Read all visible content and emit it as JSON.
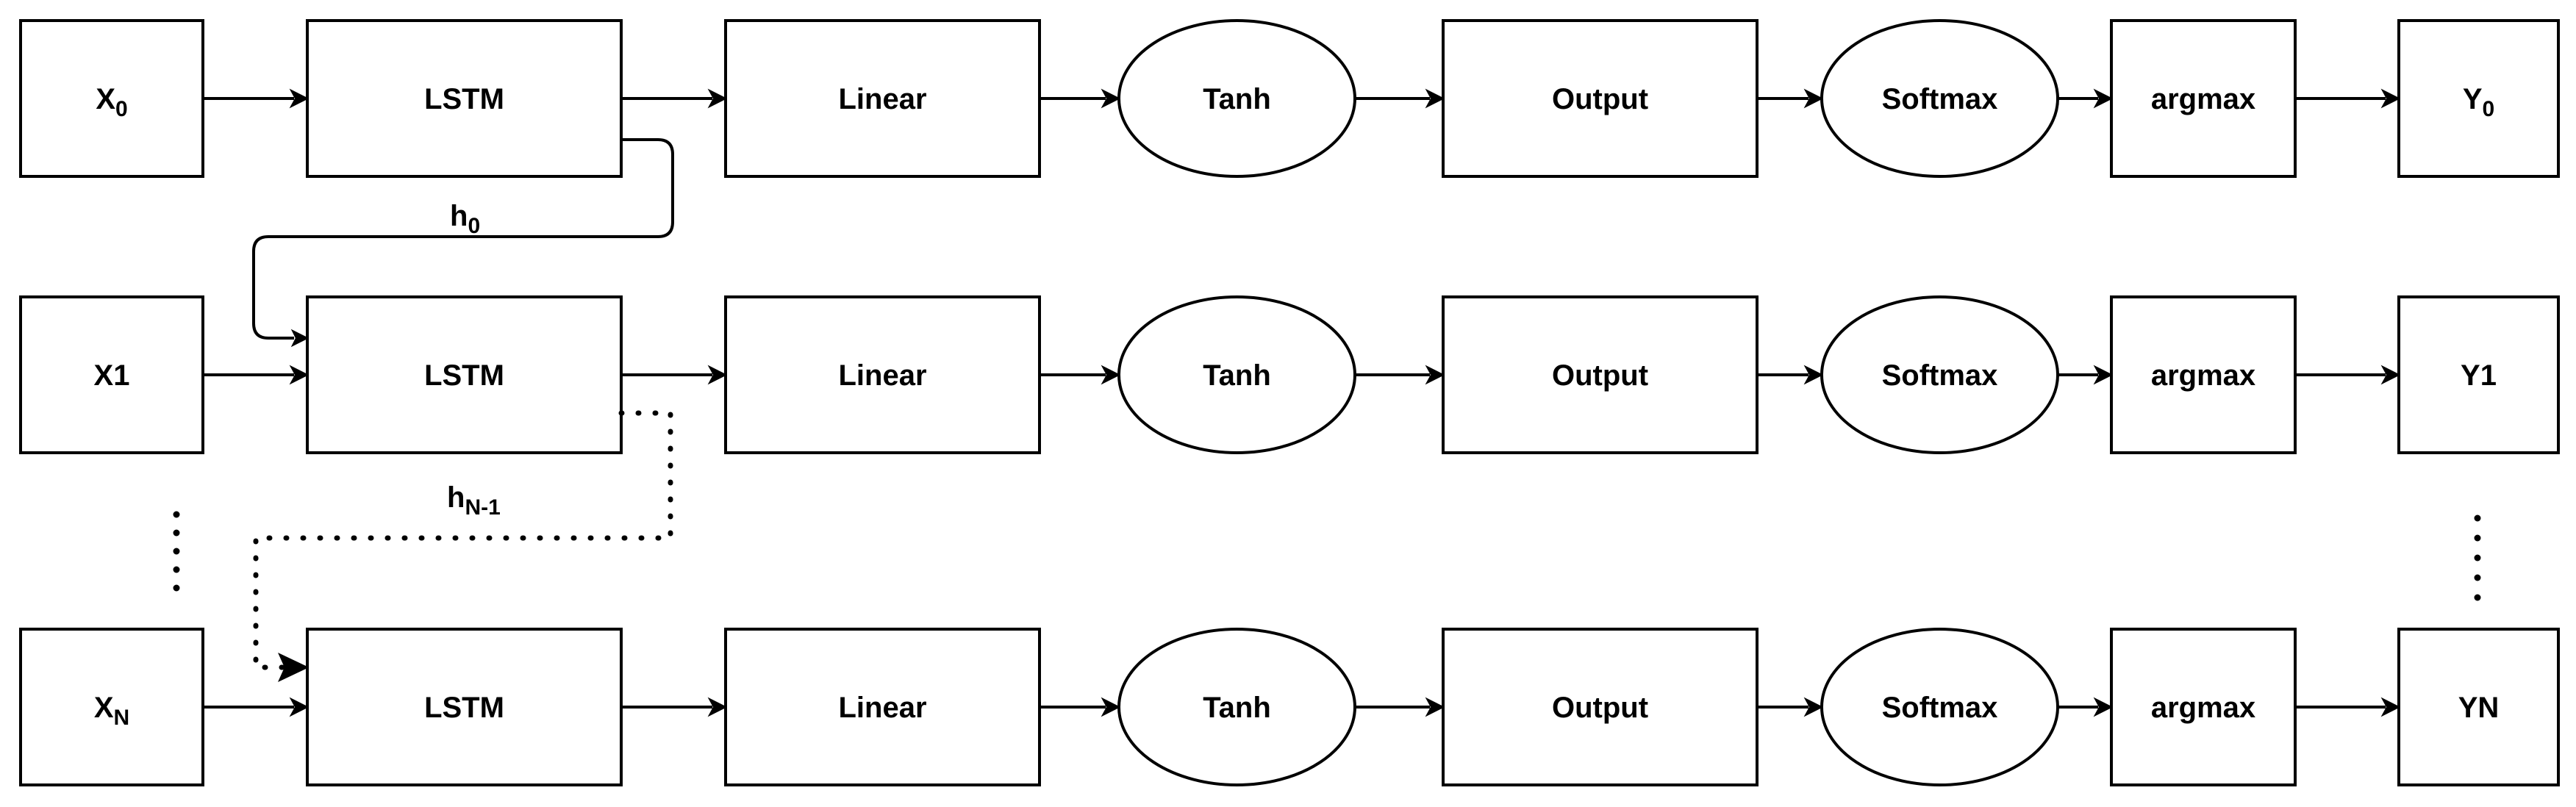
{
  "rows": [
    {
      "input": {
        "main": "X",
        "sub": "0"
      },
      "steps": [
        "LSTM",
        "Linear",
        "Tanh",
        "Output",
        "Softmax",
        "argmax"
      ],
      "output": {
        "main": "Y",
        "sub": "0"
      }
    },
    {
      "input": {
        "main": "X1",
        "sub": ""
      },
      "steps": [
        "LSTM",
        "Linear",
        "Tanh",
        "Output",
        "Softmax",
        "argmax"
      ],
      "output": {
        "main": "Y1",
        "sub": ""
      }
    },
    {
      "input": {
        "main": "X",
        "sub": "N"
      },
      "steps": [
        "LSTM",
        "Linear",
        "Tanh",
        "Output",
        "Softmax",
        "argmax"
      ],
      "output": {
        "main": "YN",
        "sub": ""
      }
    }
  ],
  "hidden_links": [
    {
      "main": "h",
      "sub": "0",
      "style": "solid"
    },
    {
      "main": "h",
      "sub": "N-1",
      "style": "dotted"
    }
  ],
  "ellipsis": {
    "left": "vertical-dots",
    "right": "vertical-dots"
  },
  "colors": {
    "stroke": "#000000",
    "fill": "#ffffff",
    "text": "#000000"
  }
}
